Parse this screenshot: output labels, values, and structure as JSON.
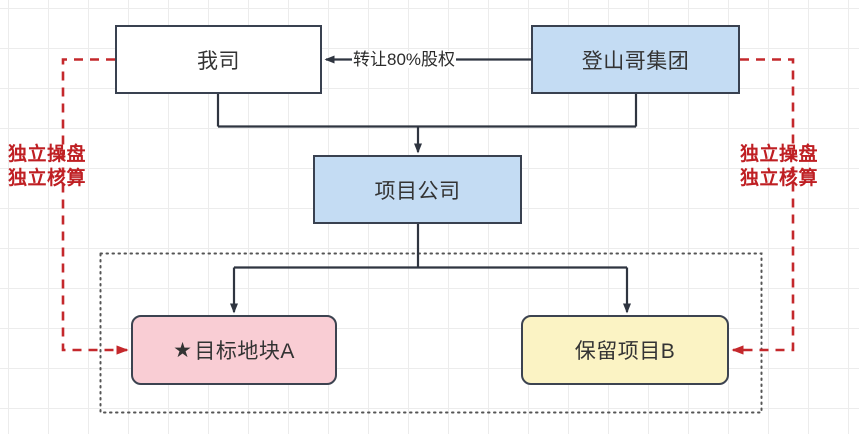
{
  "diagram": {
    "nodes": [
      {
        "id": "our-company",
        "label": "我司",
        "fill": "#ffffff",
        "shape": "rect"
      },
      {
        "id": "group",
        "label": "登山哥集团",
        "fill": "#c4dcf3",
        "shape": "rect"
      },
      {
        "id": "project-co",
        "label": "项目公司",
        "fill": "#c4dcf3",
        "shape": "rect"
      },
      {
        "id": "target-plot-a",
        "label": "目标地块A",
        "fill": "#f9cdd4",
        "shape": "round",
        "icon": "star-icon",
        "icon_glyph": "★"
      },
      {
        "id": "kept-project-b",
        "label": "保留项目B",
        "fill": "#fbf3c4",
        "shape": "round"
      }
    ],
    "edge_labels": [
      {
        "id": "transfer-equity",
        "text": "转让80%股权"
      }
    ],
    "annotations": [
      {
        "id": "note-left",
        "lines": [
          "独立操盘",
          "独立核算"
        ],
        "color": "#bf1f23"
      },
      {
        "id": "note-right",
        "lines": [
          "独立操盘",
          "独立核算"
        ],
        "color": "#bf1f23"
      }
    ],
    "colors": {
      "stroke": "#394150",
      "accent_red": "#bf1f23",
      "grid": "#ececec",
      "group_container": "#5a5a5a"
    }
  }
}
